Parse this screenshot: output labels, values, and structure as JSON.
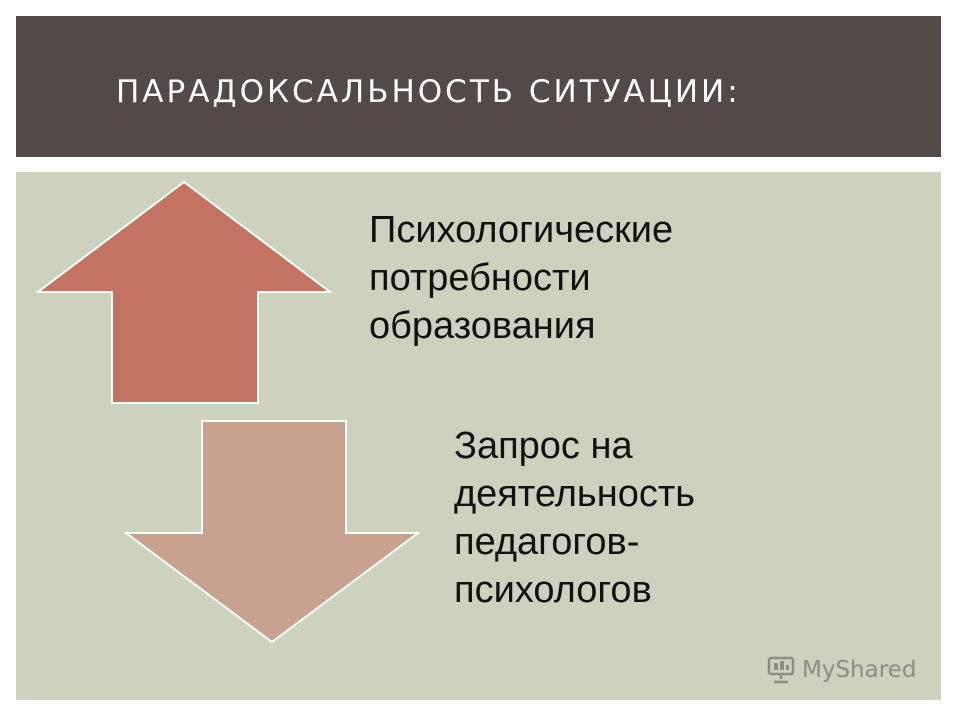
{
  "slide": {
    "title": "ПАРАДОКСАЛЬНОСТЬ СИТУАЦИИ:",
    "block_up": {
      "lines": [
        "Психологические",
        "потребности",
        "образования"
      ]
    },
    "block_down": {
      "lines": [
        "Запрос на",
        "деятельность",
        "педагогов-",
        "психологов"
      ]
    },
    "watermark": {
      "text": "MyShared",
      "icon": "myshared-logo-icon"
    }
  },
  "colors": {
    "title_bar": "#534a47",
    "content_bg": "#ccd2bd",
    "arrow_up": "#c37361",
    "arrow_down": "#c9a28f",
    "arrow_outline": "#ffffff"
  }
}
